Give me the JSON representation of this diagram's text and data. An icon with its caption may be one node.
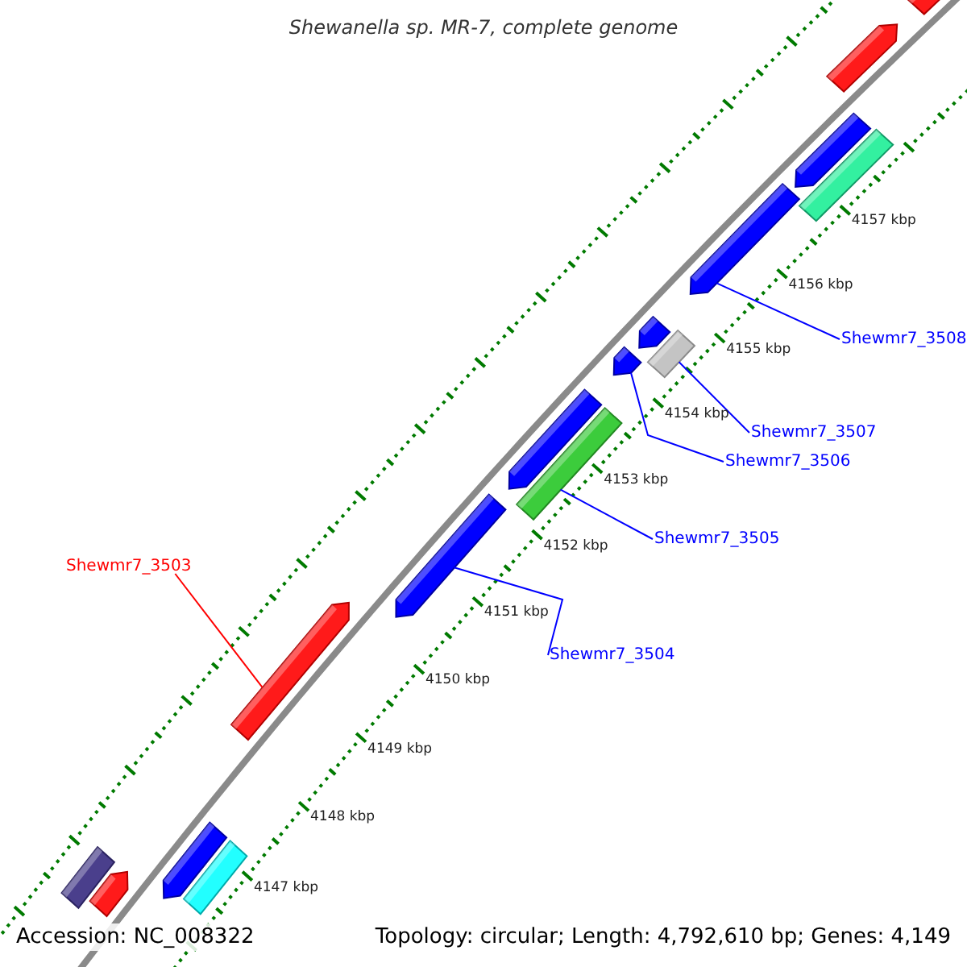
{
  "diagram": {
    "title": "Shewanella sp. MR-7, complete genome",
    "nodes": [
      {
        "text": [
          "Shewmr7_3503"
        ]
      },
      {
        "text": [],
        "shape": "bar"
      },
      {
        "text": [
          "Shewmr7_3504"
        ]
      },
      {
        "text": [],
        "shape": "bar"
      },
      {
        "text": [
          "Shewmr7_3505"
        ]
      },
      {
        "text": [],
        "shape": "bar"
      },
      {
        "text": [
          "Shewmr7_3506"
        ]
      },
      {
        "text": [],
        "shape": "bar"
      },
      {
        "text": [
          "Shewmr7_3507"
        ]
      },
      {
        "text": [],
        "shape": "bar"
      },
      {
        "text": [
          "Shewmr7_3508"
        ]
      },
      {
        "text": [],
        "shape": "bar"
      },
      {
        "text": [],
        "shape": "bar"
      },
      {
        "text": [],
        "shape": "bar"
      },
      {
        "text": [],
        "shape": "bar"
      },
      {
        "text": [],
        "shape": "bar"
      },
      {
        "text": [],
        "shape": "bar"
      },
      {
        "text": [],
        "shape": "bar"
      },
      {
        "text": [],
        "shape": "bar"
      },
      {
        "text": [],
        "shape": "bar"
      },
      {
        "text": [],
        "shape": "bar"
      },
      {
        "text": [],
        "shape": "bar"
      }
    ],
    "edges": [
      {
        "from": 0,
        "to": 1,
        "arrow": "none",
        "color": "#ff0000"
      },
      {
        "from": 2,
        "to": 3,
        "arrow": "none"
      },
      {
        "from": 4,
        "to": 5,
        "arrow": "none"
      },
      {
        "from": 6,
        "to": 7,
        "arrow": "none"
      },
      {
        "from": 8,
        "to": 9,
        "arrow": "none"
      },
      {
        "from": 10,
        "to": 11,
        "arrow": "none"
      }
    ],
    "labels": [
      "4157 kbp",
      "4156 kbp",
      "4155 kbp",
      "4154 kbp",
      "4153 kbp",
      "4152 kbp",
      "4151 kbp",
      "4150 kbp",
      "4149 kbp",
      "4148 kbp",
      "4147 kbp",
      "Accession: NC_008322",
      "Topology: circular; Length: 4,792,610 bp; Genes: 4,149"
    ]
  }
}
